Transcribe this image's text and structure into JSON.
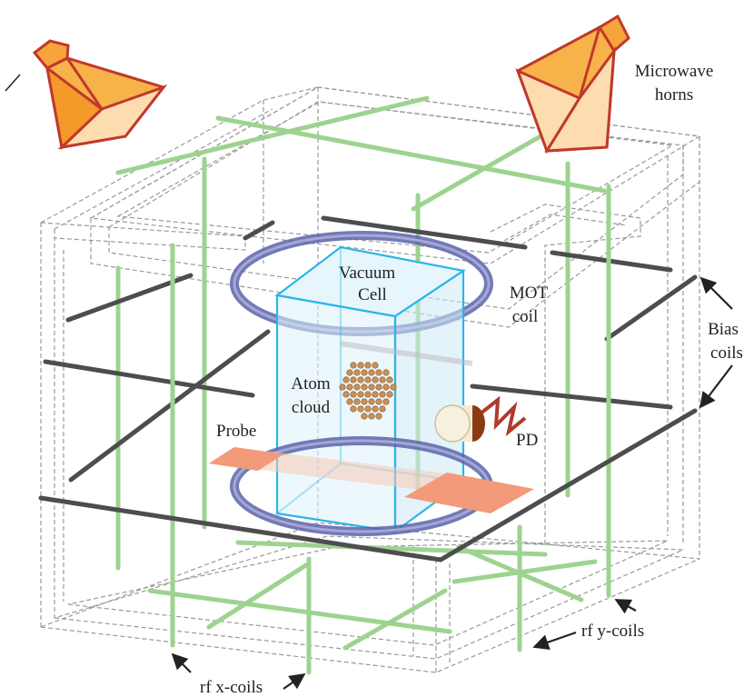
{
  "labels": {
    "microwave_horns_line1": "Microwave",
    "microwave_horns_line2": "horns",
    "vacuum_cell_line1": "Vacuum",
    "vacuum_cell_line2": "Cell",
    "mot_coil_line1": "MOT",
    "mot_coil_line2": "coil",
    "bias_coils_line1": "Bias",
    "bias_coils_line2": "coils",
    "atom_cloud_line1": "Atom",
    "atom_cloud_line2": "cloud",
    "probe": "Probe",
    "pd": "PD",
    "rf_x_coils": "rf x-coils",
    "rf_y_coils": "rf y-coils"
  },
  "colors": {
    "rf_coils": "#9dd38f",
    "bias_coils": "#4d4d4d",
    "mot_coil": "#6f77b8",
    "vacuum_cell": "#29b6e8",
    "horn": "#f5a53a",
    "probe": "#f29a7a",
    "atoms": "#c9905a",
    "frame": "#999999"
  }
}
